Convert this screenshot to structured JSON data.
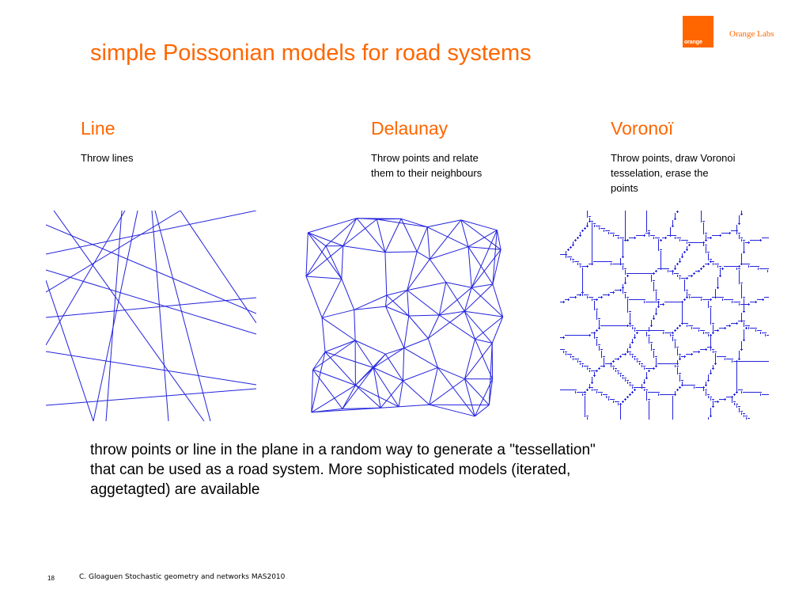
{
  "header": {
    "logo_text": "orange",
    "brand": "Orange Labs",
    "title": "simple Poissonian models for road systems"
  },
  "columns": [
    {
      "title": "Line",
      "desc_lines": [
        "Throw lines"
      ]
    },
    {
      "title": "Delaunay",
      "desc_lines": [
        "Throw points and relate",
        "them to their neighbours"
      ]
    },
    {
      "title": "Voronoï",
      "desc_lines": [
        "Throw points, draw Voronoi",
        "tesselation, erase the",
        "points"
      ]
    }
  ],
  "body": {
    "lines": [
      "throw points or line in the plane in a random way to generate a \"tessellation\"",
      "that can be used as a road system. More sophisticated models (iterated,",
      "aggetagted) are available"
    ]
  },
  "footer": {
    "page_number": "18",
    "text": "C. Gloaguen Stochastic geometry and networks MAS2010"
  },
  "colors": {
    "accent": "#ff6600",
    "network": "#2222dd"
  }
}
